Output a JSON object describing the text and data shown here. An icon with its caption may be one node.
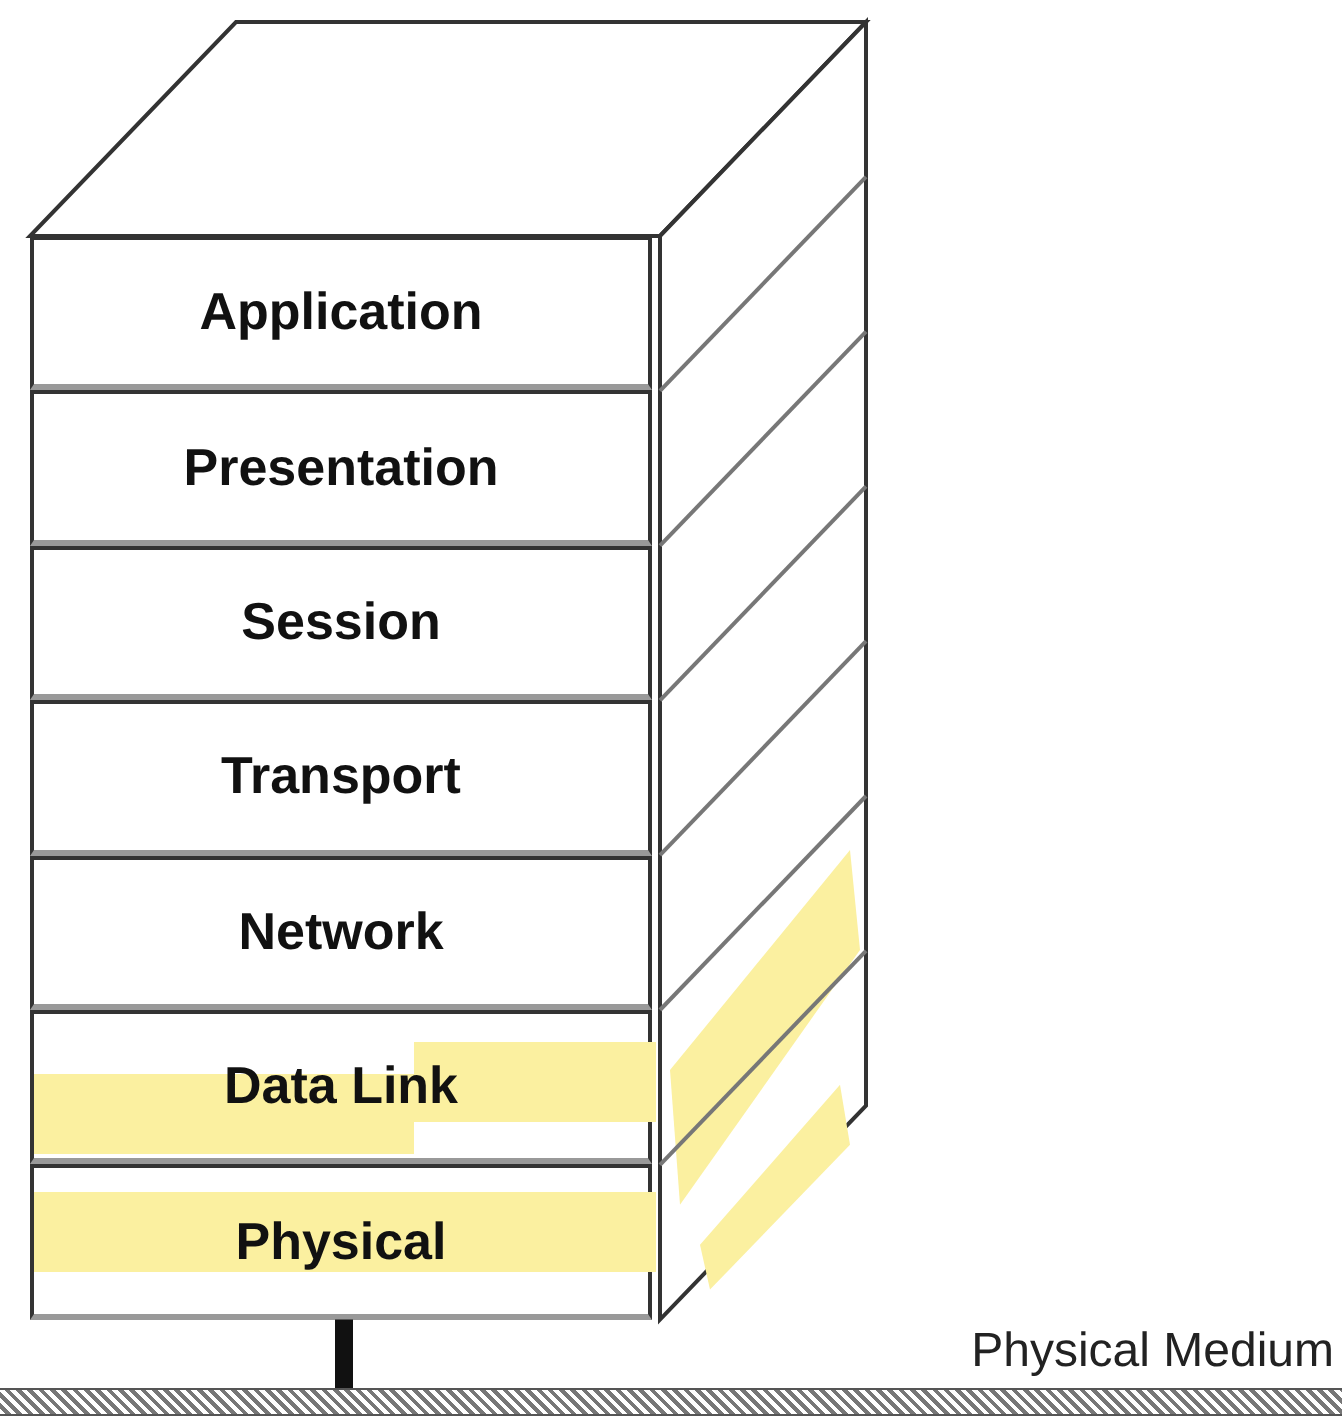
{
  "diagram": {
    "nodes": [
      {
        "text": [
          "Application"
        ]
      },
      {
        "text": [
          "Presentation"
        ]
      },
      {
        "text": [
          "Session"
        ]
      },
      {
        "text": [
          "Transport"
        ]
      },
      {
        "text": [
          "Network"
        ]
      },
      {
        "text": [
          "Data Link"
        ]
      },
      {
        "text": [
          "Physical"
        ]
      },
      {
        "text": [
          "Physical Medium"
        ]
      }
    ],
    "edges": [
      {
        "from": 6,
        "to": 7,
        "arrow": "none"
      }
    ]
  }
}
